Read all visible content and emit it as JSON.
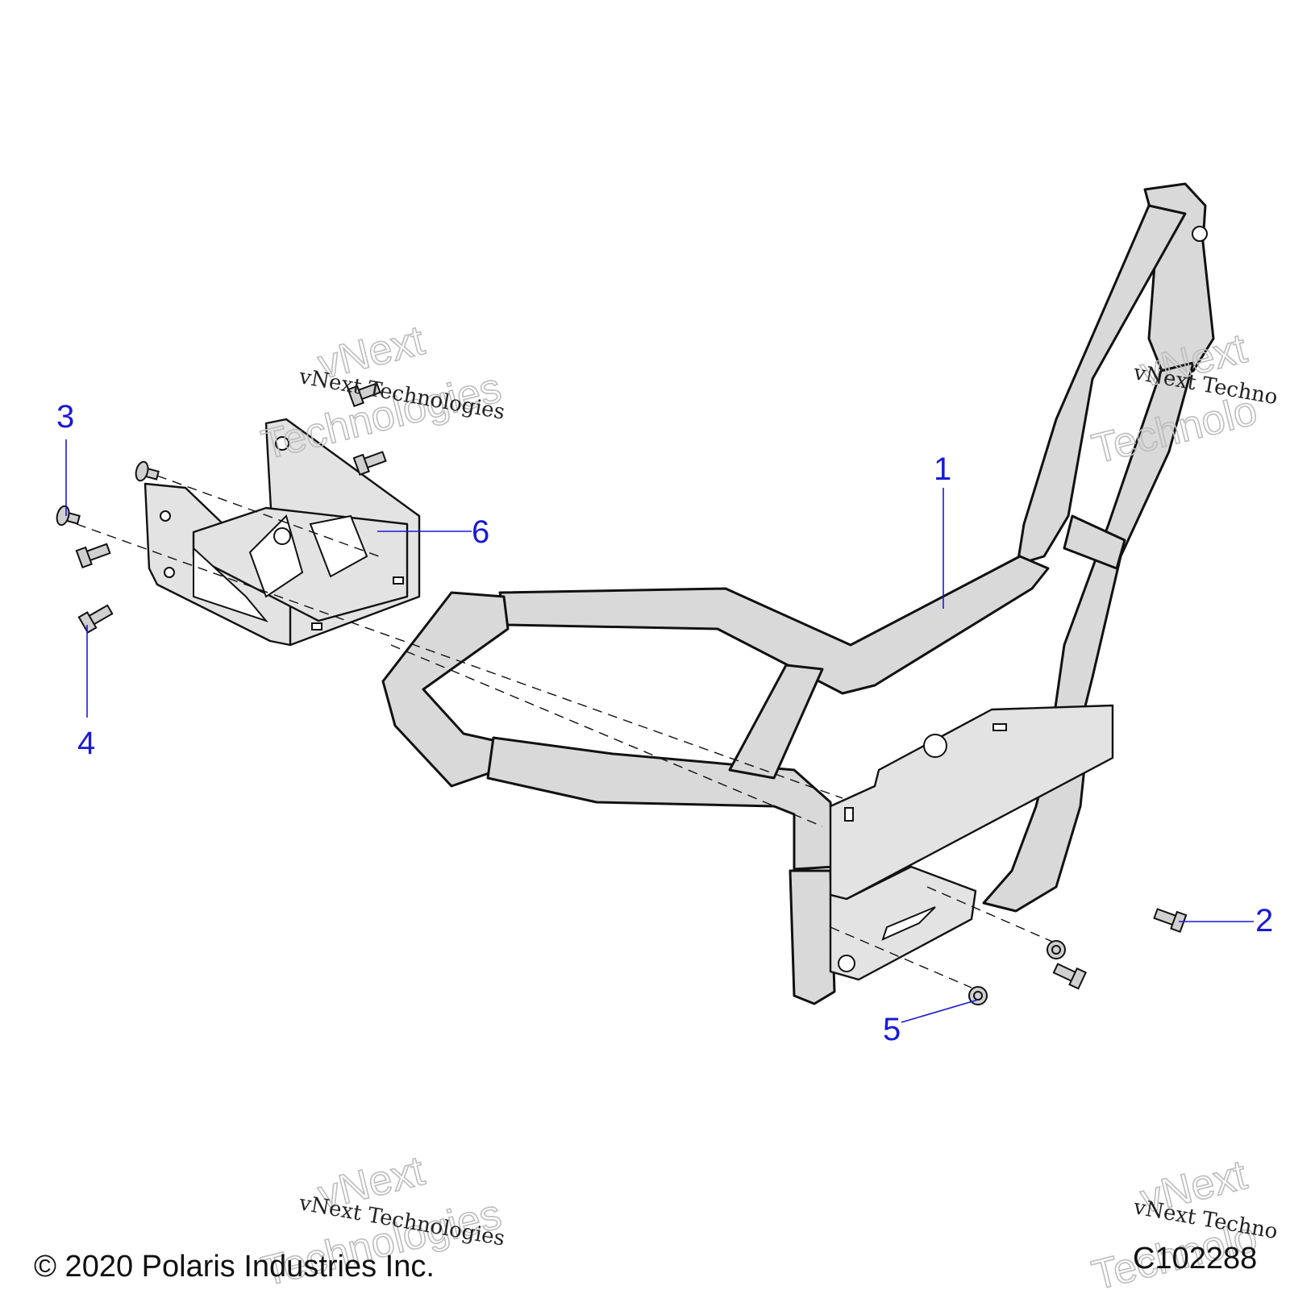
{
  "callouts": [
    {
      "id": "1",
      "label": "1"
    },
    {
      "id": "2",
      "label": "2"
    },
    {
      "id": "3",
      "label": "3"
    },
    {
      "id": "4",
      "label": "4"
    },
    {
      "id": "5",
      "label": "5"
    },
    {
      "id": "6",
      "label": "6"
    }
  ],
  "watermark": {
    "line_serif": "vNext Technologies",
    "outline_1": "vNext",
    "outline_2": "Technologies",
    "clipped_serif": "vNext Techno",
    "clipped_outline_1": "vNext",
    "clipped_outline_2": "Technolo"
  },
  "footer": {
    "copyright": "© 2020 Polaris Industries Inc.",
    "figure_code": "C102288"
  },
  "colors": {
    "callout": "#1a1ad6",
    "line": "#111111",
    "part_fill": "#d9d9d9"
  }
}
